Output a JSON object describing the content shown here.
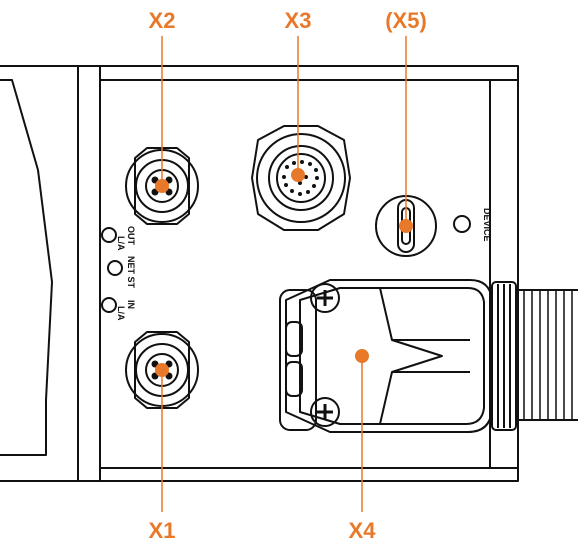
{
  "callouts": {
    "x1": "X1",
    "x2": "X2",
    "x3": "X3",
    "x4": "X4",
    "x5": "(X5)"
  },
  "panel_labels": {
    "out": "OUT",
    "out_la": "L/A",
    "net_st": "NET ST",
    "in": "IN",
    "in_la": "L/A",
    "device": "DEVICE"
  },
  "colors": {
    "callout": "#e8792a",
    "outline": "#111111",
    "background": "#ffffff"
  }
}
